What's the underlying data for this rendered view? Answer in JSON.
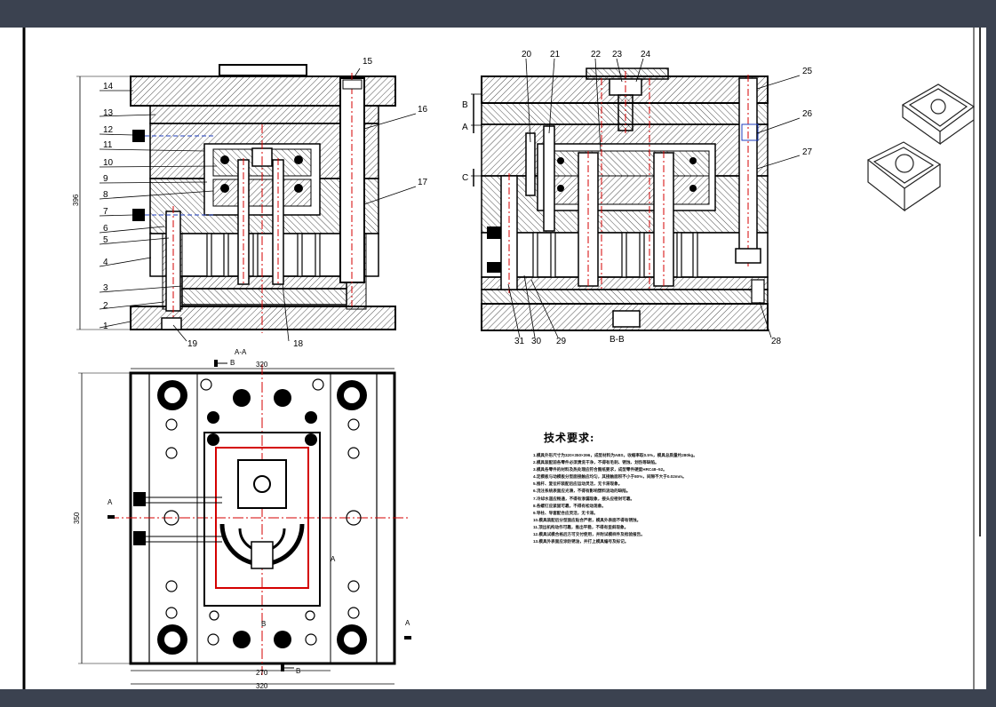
{
  "left_section": {
    "part_numbers": [
      "1",
      "2",
      "3",
      "4",
      "5",
      "6",
      "7",
      "8",
      "9",
      "10",
      "11",
      "12",
      "13",
      "14",
      "15",
      "16",
      "17",
      "18",
      "19"
    ],
    "height_dim": "396"
  },
  "right_section": {
    "part_numbers": [
      "20",
      "21",
      "22",
      "23",
      "24",
      "25",
      "26",
      "27",
      "28",
      "29",
      "30",
      "31"
    ],
    "level_marks": [
      "B",
      "A",
      "C"
    ],
    "section_title": "B-B"
  },
  "plan_view": {
    "section_title": "A-A",
    "top_width_dim": "320",
    "bottom_inner_dim": "270",
    "bottom_width_dim": "320",
    "height_dim": "350",
    "marker_a": "A",
    "marker_b": "B"
  },
  "tech_requirements": {
    "title": "技术要求:",
    "lines": [
      "1.模具外形尺寸为320×350×396，成型材料为ABS，收缩率取0.5%，模具总质量约280kg。",
      "2.模具装配前各零件必须清洗干净，不得有毛刺、锈蚀、划伤等缺陷。",
      "3.模具各零件的材料及热处理应符合图纸要求，成型零件硬度HRC48~52。",
      "4.定模板与动模板分型面接触应均匀，其接触面积不小于80%，间隙不大于0.02mm。",
      "5.推杆、复位杆装配后应运动灵活，无卡滞现象。",
      "6.浇注系统表面应光滑，不得有影响塑料流动的缺陷。",
      "7.冷却水道应畅通，不得有渗漏现象，接头应密封可靠。",
      "8.各螺钉应紧固可靠，不得有松动现象。",
      "9.导柱、导套配合应灵活，无卡滞。",
      "10.模具装配后分型面应贴合严密，模具外表面不得有锈蚀。",
      "11.顶出机构动作可靠，推出平稳，不得有歪斜现象。",
      "12.模具试模合格后方可交付使用，并附试模样件及检验报告。",
      "13.模具外表面应涂防锈油，并打上模具编号及标记。"
    ]
  },
  "colors": {
    "line": "#000000",
    "center_line": "#d40000",
    "accent_blue": "#1f3fbf",
    "chrome": "#3b4250"
  },
  "part_iso_icons": [
    "lid-3d-icon",
    "base-3d-icon"
  ]
}
